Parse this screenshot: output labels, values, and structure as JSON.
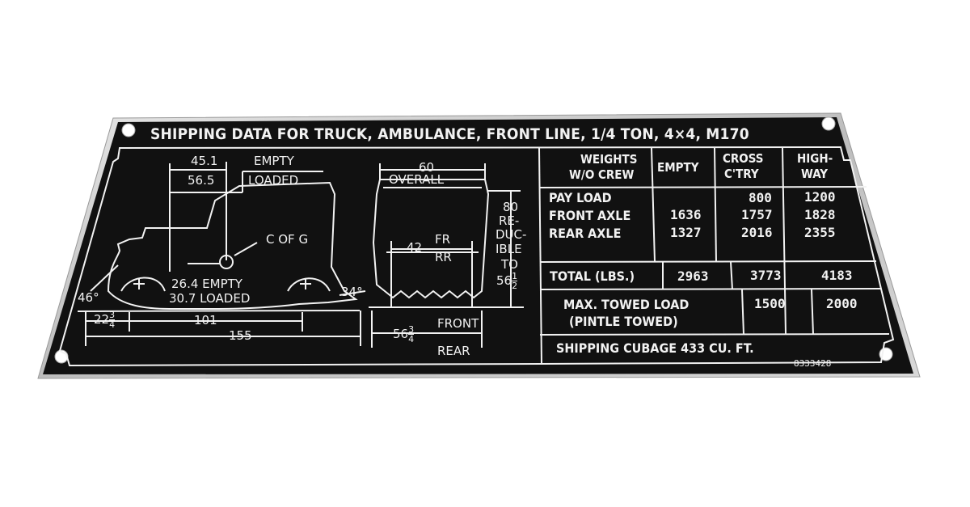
{
  "plate": {
    "title": "SHIPPING DATA FOR TRUCK, AMBULANCE, FRONT LINE, 1/4 TON, 4×4, M170",
    "part_number": "8333428",
    "colors": {
      "background": "#111111",
      "line": "#f2f2f2",
      "metal": "#cfcfcf"
    }
  },
  "side_view": {
    "cg_horizontal_empty": "45.1",
    "cg_horizontal_loaded": "56.5",
    "label_empty": "EMPTY",
    "label_loaded": "LOADED",
    "cg_label": "C OF G",
    "cg_height_empty": "26.4 EMPTY",
    "cg_height_loaded": "30.7 LOADED",
    "approach_angle": "46°",
    "departure_angle": "34°",
    "front_overhang_whole": "22",
    "front_overhang_num": "3",
    "front_overhang_den": "4",
    "wheelbase": "101",
    "overall_length": "155"
  },
  "front_view": {
    "overall_width_value": "60",
    "overall_width_label": "OVERALL",
    "tread_value": "42",
    "tread_fr": "FR",
    "tread_rr": "RR",
    "height_lines": [
      "80",
      "RE-",
      "DUC-",
      "IBLE",
      "TO"
    ],
    "height_reduced_whole": "56",
    "height_reduced_num": "1",
    "height_reduced_den": "2",
    "track_whole": "56",
    "track_num": "3",
    "track_den": "4",
    "track_front": "FRONT",
    "track_rear": "REAR"
  },
  "weights_table": {
    "header_col1_line1": "WEIGHTS",
    "header_col1_line2": "W/O CREW",
    "header_empty": "EMPTY",
    "header_cross_line1": "CROSS",
    "header_cross_line2": "C'TRY",
    "header_high_line1": "HIGH-",
    "header_high_line2": "WAY",
    "rows": [
      {
        "label": "PAY LOAD",
        "empty": "",
        "cross": "800",
        "high": "1200"
      },
      {
        "label": "FRONT AXLE",
        "empty": "1636",
        "cross": "1757",
        "high": "1828"
      },
      {
        "label": "REAR AXLE",
        "empty": "1327",
        "cross": "2016",
        "high": "2355"
      }
    ],
    "total_label": "TOTAL (LBS.)",
    "total_empty": "2963",
    "total_cross": "3773",
    "total_high": "4183",
    "towed_line1": "MAX. TOWED LOAD",
    "towed_line2": "(PINTLE TOWED)",
    "towed_cross": "1500",
    "towed_high": "2000",
    "cubage": "SHIPPING CUBAGE 433 CU. FT."
  }
}
